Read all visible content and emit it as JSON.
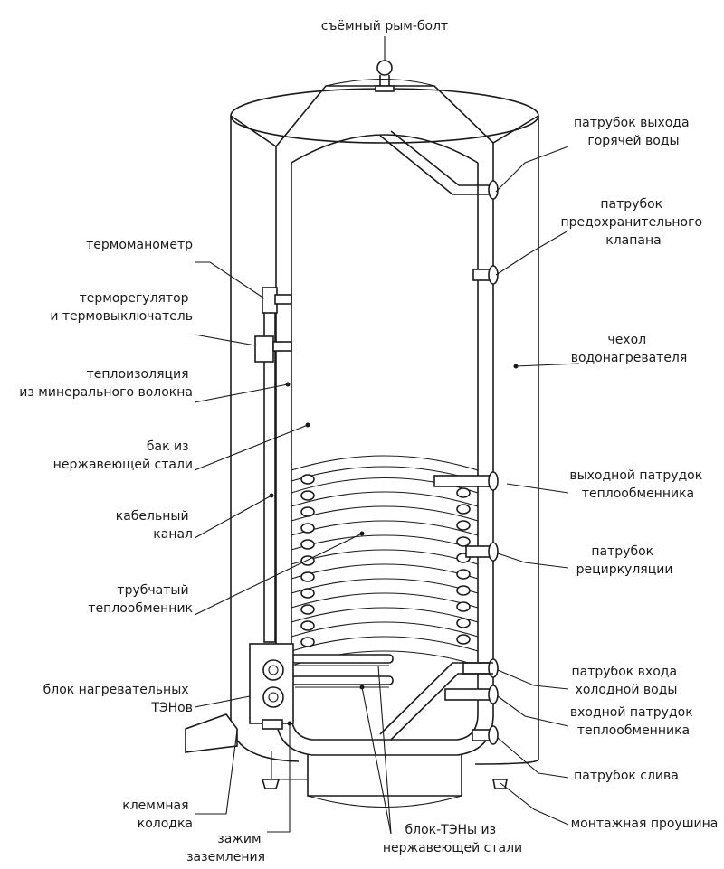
{
  "labels": {
    "eyebolt": [
      "съёмный рым-болт"
    ],
    "hot_outlet": [
      "патрубок выхода",
      "горячей воды"
    ],
    "safety_valve": [
      "патрубок",
      "предохранительного",
      "клапана"
    ],
    "casing": [
      "чехол",
      "водонагревателя"
    ],
    "hx_outlet": [
      "выходной патрудок",
      "теплообменника"
    ],
    "recirculation": [
      "патрубок",
      "рециркуляции"
    ],
    "cold_inlet": [
      "патрубок входа",
      "холодной воды"
    ],
    "hx_inlet": [
      "входной патрудок",
      "теплообменника"
    ],
    "drain": [
      "патрубок слива"
    ],
    "mounting_lug": [
      "монтажная проушина"
    ],
    "thermomanometer": [
      "термоманометр"
    ],
    "thermostat": [
      "терморегулятор",
      "и термовыключатель"
    ],
    "insulation": [
      "теплоизоляция",
      "из минерального  волокна"
    ],
    "tank": [
      "бак из",
      "нержавеющей стали"
    ],
    "cable_channel": [
      "кабельный",
      "канал"
    ],
    "tube_hx": [
      "трубчатый",
      "теплообменник"
    ],
    "heater_block": [
      "блок нагревательных",
      "ТЭНов"
    ],
    "terminal_block": [
      "клеммная",
      "колодка"
    ],
    "ground_clamp": [
      "зажим",
      "заземления"
    ],
    "heating_elements": [
      "блок-ТЭНы из",
      "нержавеющей стали"
    ]
  },
  "colors": {
    "line": "#1a1a1a",
    "background": "#ffffff"
  }
}
